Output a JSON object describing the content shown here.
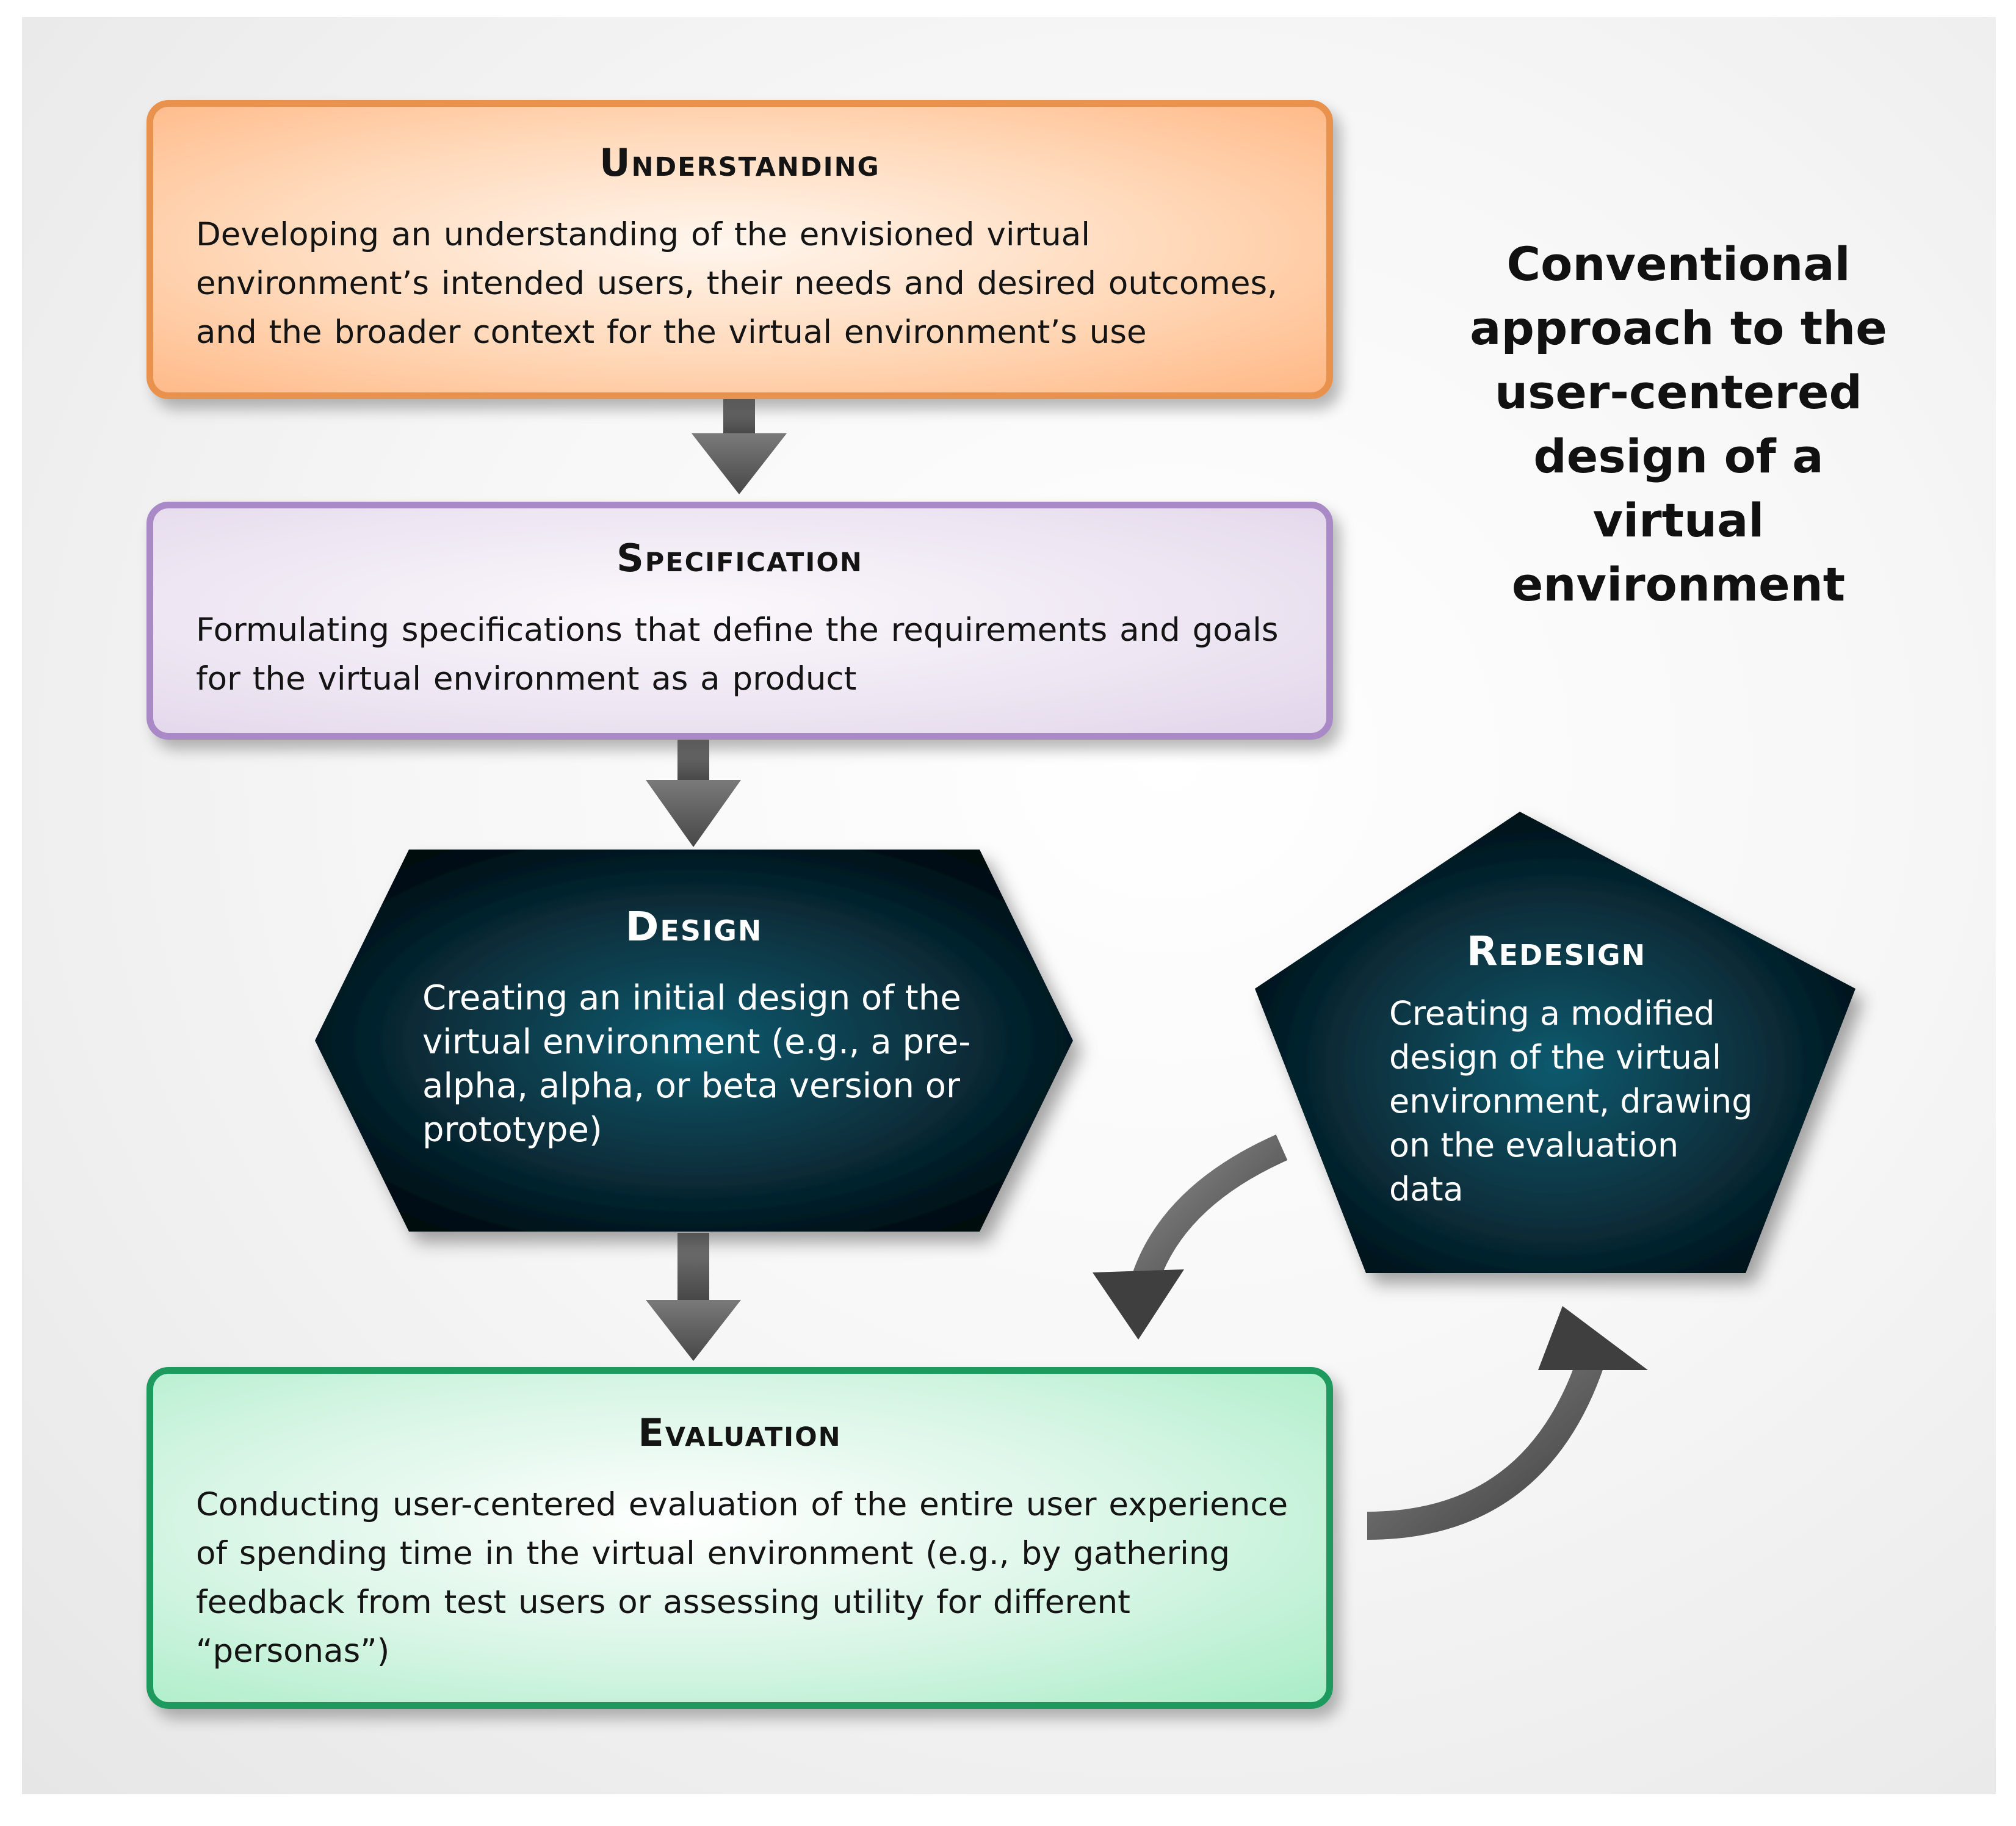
{
  "side_title": "Conventional approach to the user-centered design of a virtual environment",
  "understanding": {
    "title": "Understanding",
    "text": "Developing an understanding of the envisioned virtual environment’s intended users, their needs and desired outcomes, and the broader context for the virtual environment’s use"
  },
  "specification": {
    "title": "Specification",
    "text": "Formulating specifications that define the requirements and goals for the virtual environment as a product"
  },
  "design": {
    "title": "Design",
    "text": "Creating an initial design of the virtual environment (e.g., a pre-alpha, alpha, or beta version or prototype)"
  },
  "redesign": {
    "title": "Redesign",
    "text": "Creating a modified design of the virtual environment, drawing on the evaluation data"
  },
  "evaluation": {
    "title": "Evaluation",
    "text": "Conducting user-centered evaluation of the entire user experience of spending time in the virtual environment (e.g., by gathering feedback from test users or assessing utility for different “personas”)"
  },
  "colors": {
    "understanding_border": "#e8924e",
    "specification_border": "#a98ac7",
    "evaluation_border": "#1f9a5e",
    "dark_shape_center": "#0f5a6e",
    "dark_shape_edge": "#020a10",
    "arrow": "#5a5a5a"
  }
}
